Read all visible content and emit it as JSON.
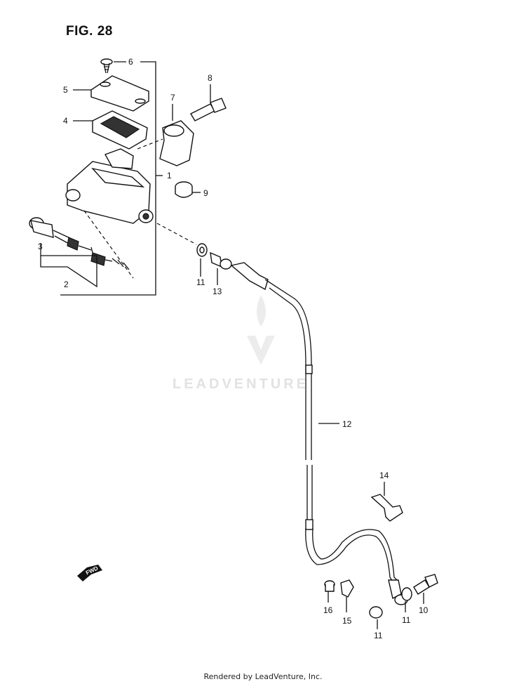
{
  "figure_title": "FIG. 28",
  "watermark": "LEADVENTURE",
  "footer": "Rendered by LeadVenture, Inc.",
  "forward_arrow_label": "FWD",
  "callouts": {
    "c1": "1",
    "c2": "2",
    "c3": "3",
    "c4": "4",
    "c5": "5",
    "c6": "6",
    "c7": "7",
    "c8": "8",
    "c9": "9",
    "c10": "10",
    "c11a": "11",
    "c11b": "11",
    "c11c": "11",
    "c12": "12",
    "c13": "13",
    "c14": "14",
    "c15": "15",
    "c16": "16"
  }
}
